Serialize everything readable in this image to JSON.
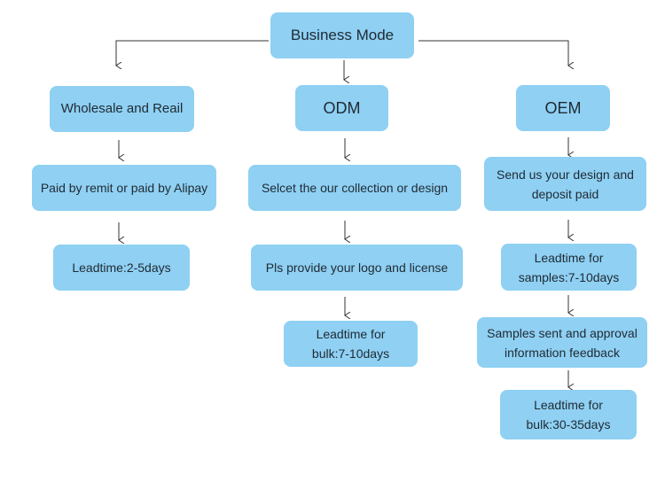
{
  "diagram": {
    "root": "Business Mode",
    "branches": {
      "wholesale": {
        "title": "Wholesale and Reail",
        "steps": [
          "Paid by remit or paid by Alipay",
          "Leadtime:2-5days"
        ]
      },
      "odm": {
        "title": "ODM",
        "steps": [
          "Selcet the our collection or design",
          "Pls provide your logo and license",
          "Leadtime for\nbulk:7-10days"
        ]
      },
      "oem": {
        "title": "OEM",
        "steps": [
          "Send us your design and\ndeposit paid",
          "Leadtime for\nsamples:7-10days",
          "Samples sent and approval\ninformation feedback",
          "Leadtime for\nbulk:30-35days"
        ]
      }
    },
    "colors": {
      "box": "#8fd0f3",
      "text": "#1f2a33",
      "line": "#333333"
    }
  }
}
